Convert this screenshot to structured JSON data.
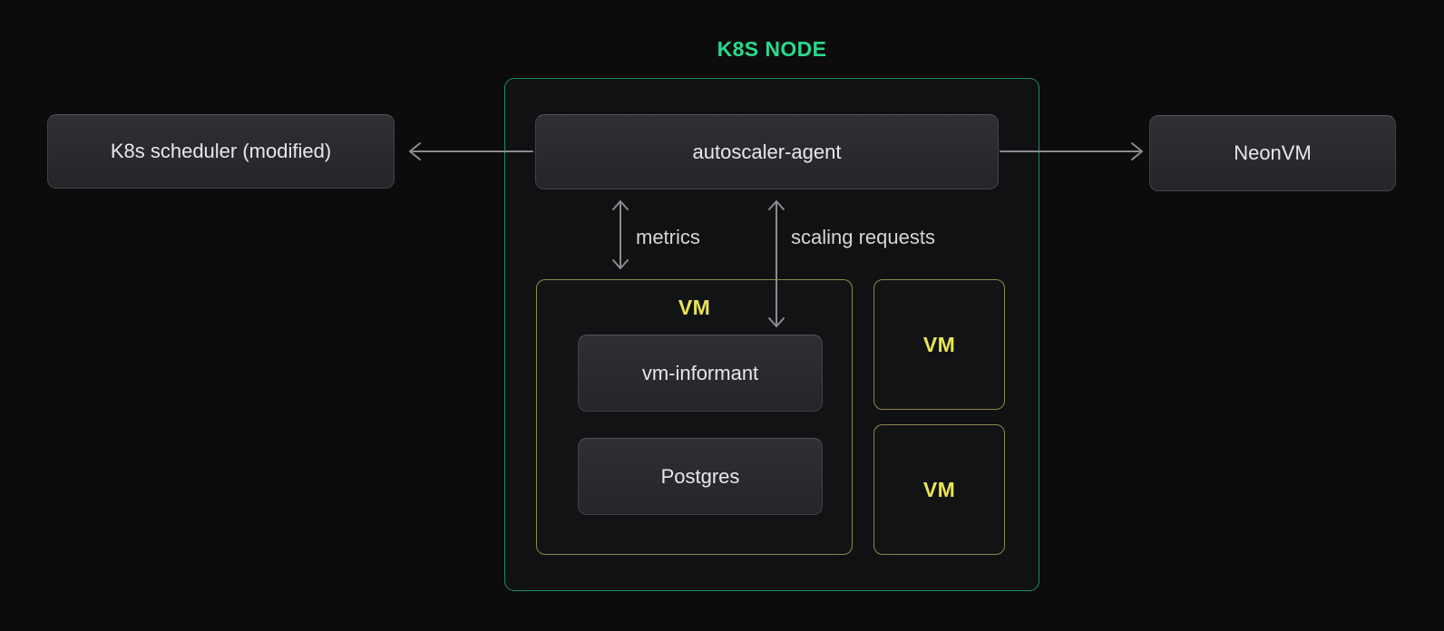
{
  "diagram": {
    "title": "K8S NODE",
    "external": {
      "scheduler_label": "K8s scheduler (modified)",
      "neonvm_label": "NeonVM"
    },
    "node": {
      "agent_label": "autoscaler-agent",
      "arrow_labels": {
        "metrics": "metrics",
        "scaling": "scaling requests"
      },
      "vm_detailed": {
        "label": "VM",
        "children": [
          "vm-informant",
          "Postgres"
        ]
      },
      "other_vms": [
        "VM",
        "VM"
      ]
    }
  },
  "colors": {
    "background": "#0c0c0d",
    "node_bg": "#101112",
    "node_border": "#1f8a64",
    "title_green": "#29d98d",
    "vm_border": "#8d8a4a",
    "vm_label_yellow": "#e9e455",
    "box_bg_top": "#2f2f34",
    "box_bg_bottom": "#252529",
    "box_border": "#434348",
    "box_border_top": "#55555b",
    "box_text": "#e8e8ea",
    "arrow": "#8b8b90",
    "arrow_label": "#d6d6d8"
  }
}
